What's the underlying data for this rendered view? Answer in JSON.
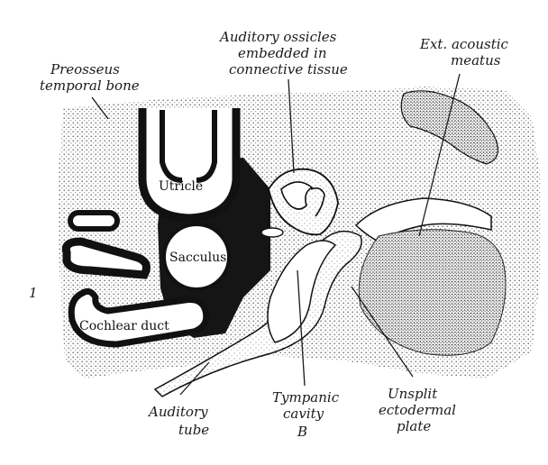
{
  "labels": {
    "prootic_line1": "Preosseus",
    "prootic_line2": "temporal bone",
    "ossicles_line1": "Auditory ossicles",
    "ossicles_line2": "embedded in",
    "ossicles_line3": "connective tissue",
    "meatus_line1": "Ext. acoustic",
    "meatus_line2": "meatus",
    "utricle": "Utricle",
    "sacculus": "Sacculus",
    "cochlear": "Cochlear duct",
    "auditory_tube_line1": "Auditory",
    "auditory_tube_line2": "tube",
    "tympanic_line1": "Tympanic",
    "tympanic_line2": "cavity",
    "figure_letter": "B",
    "unsplit_line1": "Unsplit",
    "unsplit_line2": "ectodermal",
    "unsplit_line3": "plate",
    "margin_mark": "1"
  },
  "colors": {
    "ink": "#111111",
    "stipple": "#6a6a6a",
    "paper": "#ffffff"
  }
}
